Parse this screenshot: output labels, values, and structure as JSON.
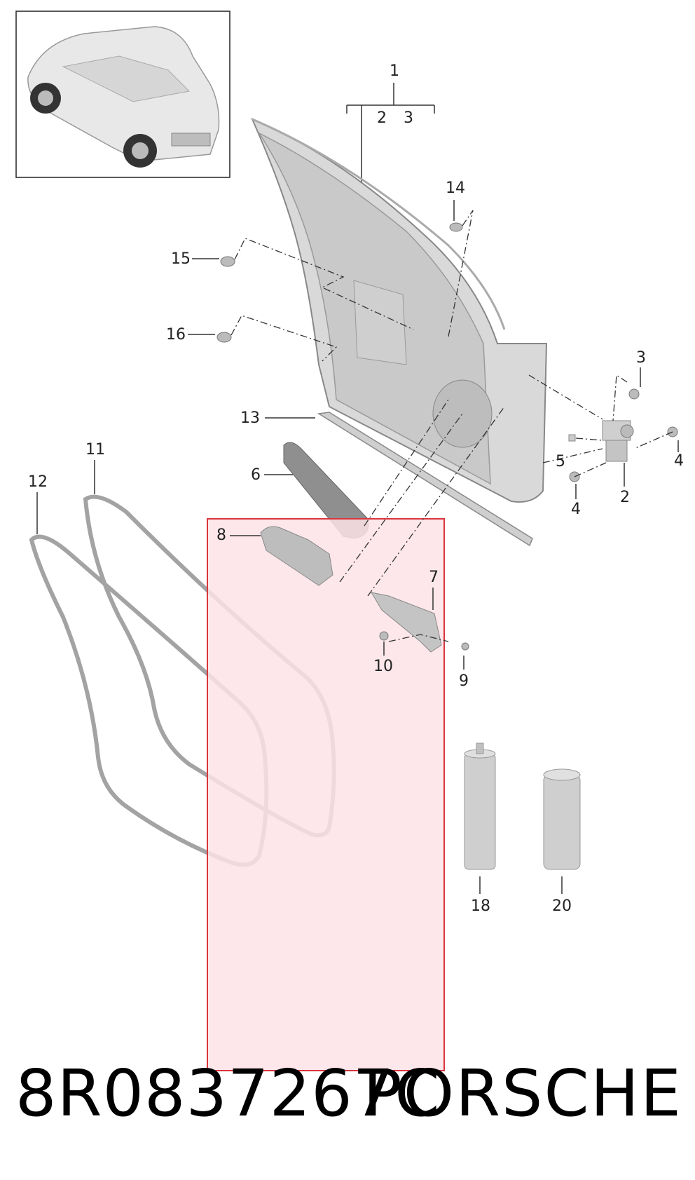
{
  "callouts": {
    "c1": "1",
    "c2_top": "2",
    "c3_top": "3",
    "c14": "14",
    "c15": "15",
    "c16": "16",
    "c3_right": "3",
    "c5": "5",
    "c4_right": "4",
    "c4_bottom": "4",
    "c2_bottom": "2",
    "c13": "13",
    "c6": "6",
    "c11": "11",
    "c12": "12",
    "c8": "8",
    "c7": "7",
    "c10": "10",
    "c9": "9",
    "c18": "18",
    "c20": "20"
  },
  "footer": {
    "part_number": "8R0837267C",
    "brand": "PORSCHE"
  },
  "colors": {
    "highlight_fill": "#fde3e8",
    "highlight_border": "#d9363e",
    "part_gray": "#cfcfcf",
    "line": "#333333"
  },
  "icons": [
    "car-thumbnail-icon",
    "door-frame-icon",
    "hinge-icon",
    "seal-icon",
    "cartridge-icon"
  ]
}
